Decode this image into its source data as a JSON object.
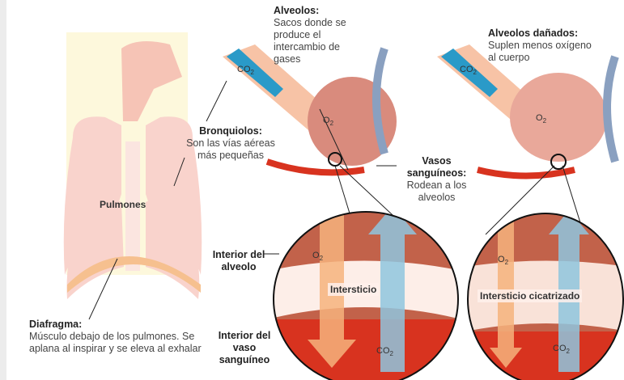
{
  "labels": {
    "alveolos": {
      "title": "Alveolos:",
      "text": "Sacos donde se produce el intercambio de gases"
    },
    "alveolos_danados": {
      "title": "Alveolos dañados:",
      "text": "Suplen menos oxígeno al cuerpo"
    },
    "bronquiolos": {
      "title": "Bronquiolos:",
      "text": "Son las vías aéreas más pequeñas"
    },
    "vasos": {
      "title": "Vasos sanguíneos:",
      "text": "Rodean a los alveolos"
    },
    "pulmones": "Pulmones",
    "diafragma": {
      "title": "Diafragma:",
      "text": "Músculo debajo de los pulmones. Se aplana al inspirar y se eleva al exhalar"
    },
    "interior_alveolo": "Interior del alveolo",
    "interior_vaso": "Interior del vaso sanguíneo",
    "intersticio": "Intersticio",
    "intersticio_cicatrizado": "Intersticio cicatrizado"
  },
  "chem": {
    "co2": "CO",
    "o2": "O",
    "sub": "2"
  },
  "colors": {
    "lung": "#f9d3cc",
    "panel": "#fdf8dc",
    "blood": "#d8331f",
    "co2": "#6fb5d6",
    "o2": "#f6b37d"
  }
}
